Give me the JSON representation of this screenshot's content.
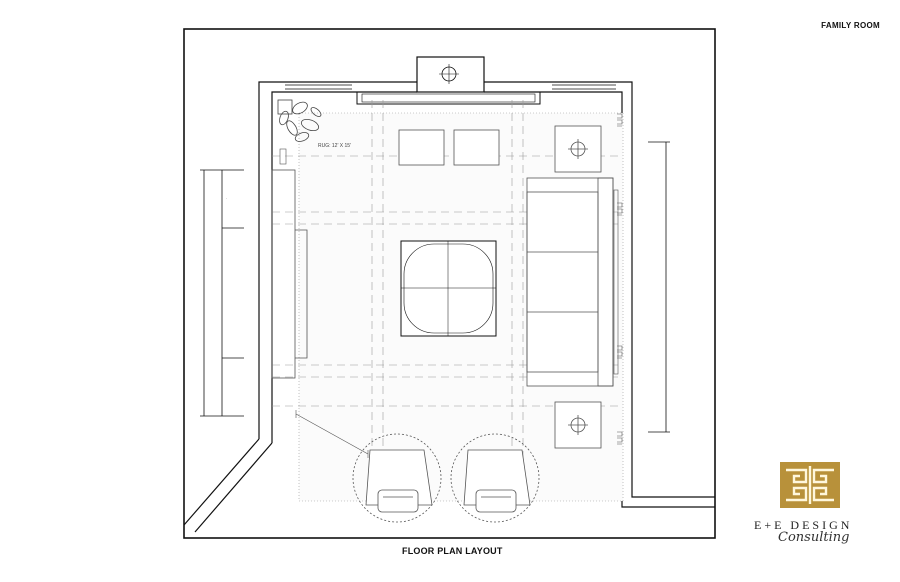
{
  "header": {
    "room_label": "FAMILY ROOM"
  },
  "plan": {
    "caption": "FLOOR PLAN LAYOUT",
    "rug_label": "RUG: 12' X 15'"
  },
  "logo": {
    "brand": "E+E DESIGN",
    "tagline": "Consulting",
    "accent_color": "#b8913a"
  },
  "colors": {
    "wall": "#111111",
    "furniture": "#555555",
    "guide": "#9a9a9a"
  }
}
